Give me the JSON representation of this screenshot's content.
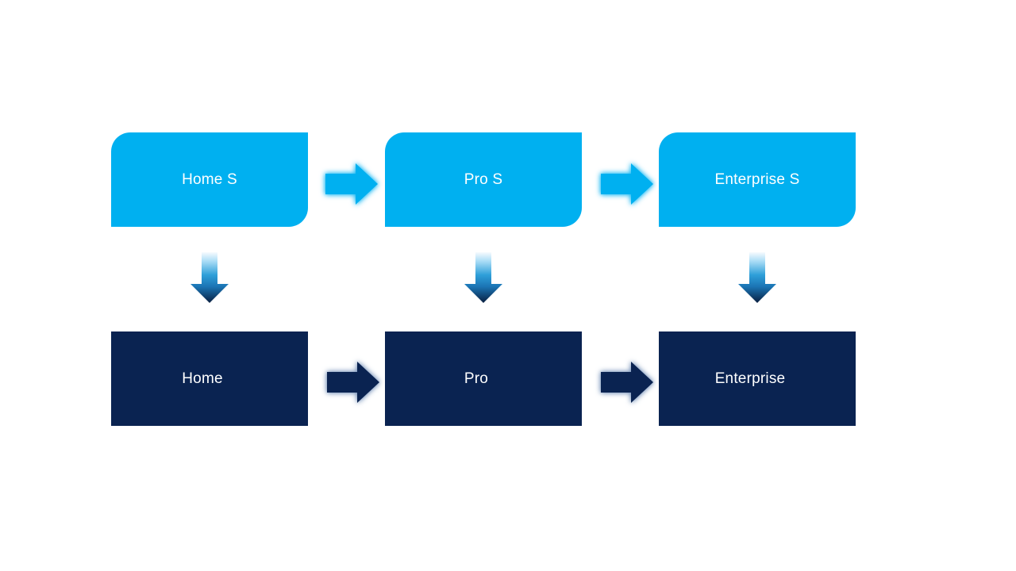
{
  "diagram": {
    "columns": [
      {
        "top_label": "Home S",
        "bottom_label": "Home"
      },
      {
        "top_label": "Pro S",
        "bottom_label": "Pro"
      },
      {
        "top_label": "Enterprise S",
        "bottom_label": "Enterprise"
      }
    ],
    "colors": {
      "top_box": "#00B0F0",
      "bottom_box": "#0A2351",
      "label_text": "#FFFFFF",
      "down_arrow_gradient_top": "#F7FBFE",
      "down_arrow_gradient_bottom": "#091F40",
      "background": "#FFFFFF"
    }
  }
}
